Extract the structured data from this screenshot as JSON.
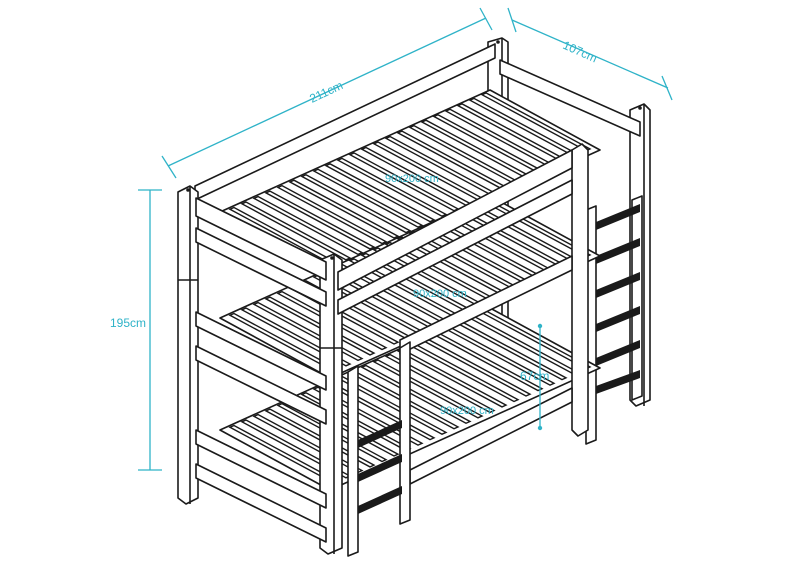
{
  "dimensions": {
    "length_label": "211cm",
    "width_label": "107cm",
    "height_label": "195cm",
    "gap_label": "67cm"
  },
  "beds": [
    {
      "size_label": "90x200 cm"
    },
    {
      "size_label": "90x200 cm"
    },
    {
      "size_label": "90x200 cm"
    }
  ],
  "colors": {
    "dimension": "#2fb3c8",
    "outline": "#1a1a1a",
    "fill": "#ffffff"
  }
}
